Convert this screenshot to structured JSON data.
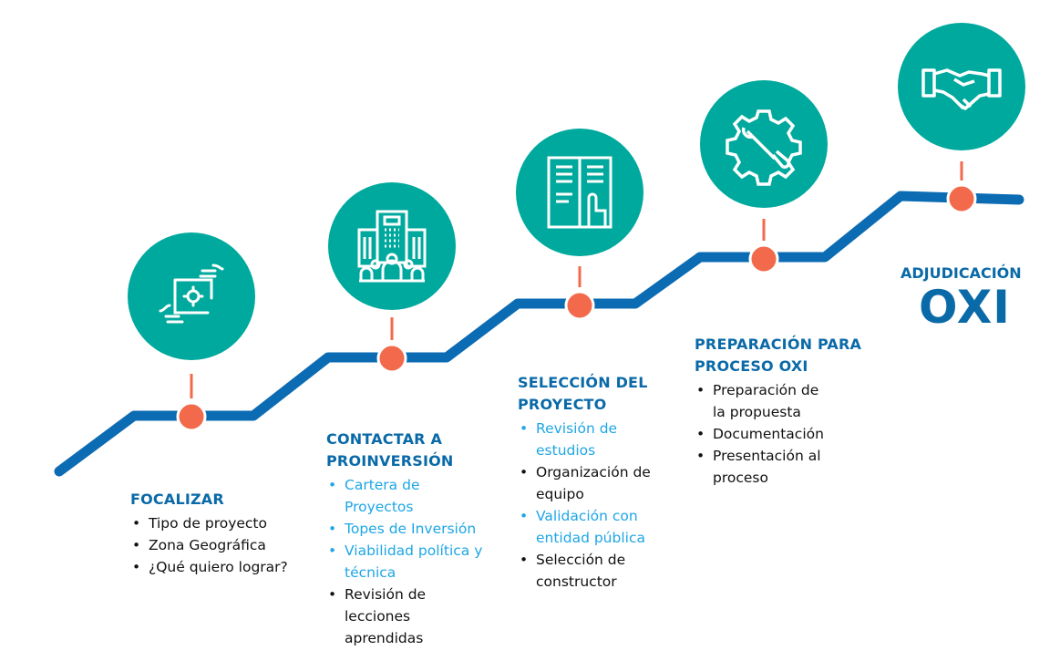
{
  "colors": {
    "teal": "#00a99d",
    "line": "#0b6bb3",
    "dot": "#f26a4b",
    "heading": "#0a6aa8",
    "highlight": "#1ea6e6"
  },
  "steps": [
    {
      "icon": "hands-frame-target-icon",
      "title_lines": [
        "FOCALIZAR"
      ],
      "items": [
        {
          "text": "Tipo de proyecto",
          "highlight": false
        },
        {
          "text": "Zona Geográfica",
          "highlight": false
        },
        {
          "text": "¿Qué quiero lograr?",
          "highlight": false
        }
      ]
    },
    {
      "icon": "building-people-icon",
      "title_lines": [
        "CONTACTAR A",
        "PROINVERSIÓN"
      ],
      "items": [
        {
          "text": "Cartera de Proyectos",
          "highlight": true
        },
        {
          "text": "Topes de Inversión",
          "highlight": true
        },
        {
          "text": "Viabilidad política y técnica",
          "highlight": true
        },
        {
          "text": "Revisión de lecciones aprendidas",
          "highlight": false
        }
      ]
    },
    {
      "icon": "document-select-icon",
      "title_lines": [
        "SELECCIÓN DEL",
        "PROYECTO"
      ],
      "items": [
        {
          "text": "Revisión de estudios",
          "highlight": true
        },
        {
          "text": "Organización de equipo",
          "highlight": false
        },
        {
          "text": "Validación con entidad pública",
          "highlight": true
        },
        {
          "text": "Selección de constructor",
          "highlight": false
        }
      ]
    },
    {
      "icon": "gear-wrench-icon",
      "title_lines": [
        "PREPARACIÓN PARA",
        "PROCESO OXI"
      ],
      "items": [
        {
          "text": "Preparación de la propuesta",
          "highlight": false
        },
        {
          "text": "Documentación",
          "highlight": false
        },
        {
          "text": "Presentación al proceso",
          "highlight": false
        }
      ]
    }
  ],
  "final": {
    "icon": "handshake-icon",
    "label": "ADJUDICACIÓN",
    "big": "OXI"
  }
}
